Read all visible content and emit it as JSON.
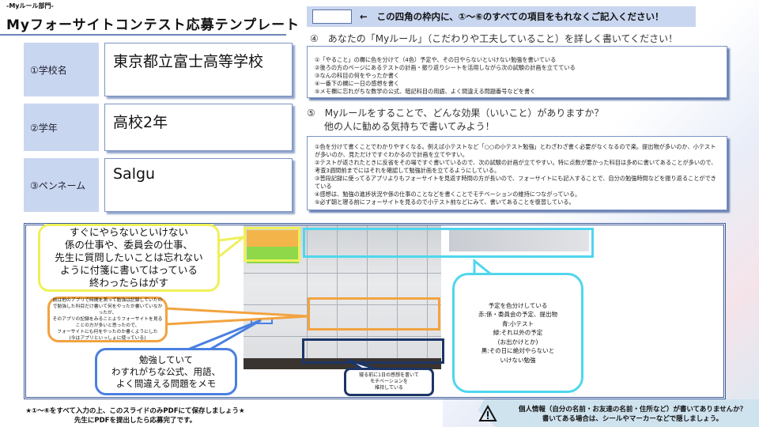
{
  "header": {
    "category": "-Myルール部門-",
    "title": "Myフォーサイトコンテスト応募テンプレート"
  },
  "form": [
    {
      "label": "①学校名",
      "value": "東京都立富士高等学校"
    },
    {
      "label": "②学年",
      "value": "高校2年"
    },
    {
      "label": "③ペンネーム",
      "value": "Salgu"
    }
  ],
  "instruction": {
    "arrow": "←",
    "text": "この四角の枠内に、①～⑥のすべての項目をもれなくご記入ください！"
  },
  "q4": {
    "heading": "④　あなたの「Myルール」（こだわりや工夫していること）を詳しく書いてください！",
    "lines": [
      "①「やること」の欄に色を分けて（4色）予定や、その日やらないといけない勉強を書いている",
      "②後ろの方のページにあるテストの計画・振り返りシートを活用しながら次の試験の計画を立てている",
      "③なんの科目の何をやったか書く",
      "④一番下の欄に一日の感想を書く",
      "⑤メモ欄に忘れがちな数学の公式、暗記科目の用語、よく間違える問題番号などを書く"
    ]
  },
  "q5": {
    "heading1": "⑤　Myルールをすることで、どんな効果（いいこと）がありますか？",
    "heading2": "他の人に勧める気持ちで書いてみよう！",
    "lines": [
      "①色を分けて書くことでわかりやすくなる。例えば小テストなど「○○の小テスト勉強」とわざわざ書く必要がなくなるので楽。提出物が多いのか、小テストが多いのか、見ただけですぐわかるので計画を立てやすい。",
      "②テストが返されたときに反省をその場ですぐ書いているので、次の試験の計画が立てやすい。特に点数が悪かった科目は多めに書いてあることが多いので、考査3週間前までにはそれを確認して勉強計画を立てるようにしている。",
      "③普段記録に使ってるアプリよりもフォーサイトを見返す時間の方が長いので、フォーサイトにも記入することで、自分の勉強時間などを振り返ることができている",
      "④感想は、勉強の進捗状況や係の仕事のことなどを書くことでモチベーションの維持につながっている。",
      "⑤必ず朝と寝る前にフォーサイトを見るので小テスト前などにみて、書いてあることを復習している。"
    ]
  },
  "callouts": {
    "yellow": "すぐにやらないといけない\n係の仕事や、委員会の仕事、\n先生に質問したいことは忘れない\nように付箋に書いてはっている\n終わったらはがす",
    "orange": "前は他のアプリで時間を測って勉強は記録していたので勉強した科目だけ書いて何をやったか書いていなかったが、\nそのアプリの記録をみることよりフォーサイトを見ることの方が多いと思ったので、\nフォーサイトにも何をやったのか書くようにした\n(今はアプリといっしょに使っている)",
    "blue": "勉強していて\nわすれがちな公式、用語、\nよく間違える問題をメモ",
    "navy": "寝る前に1日の感想を書いて\nモチベーションを\n維持している",
    "cyan": "予定を色分けしている\n赤:係・委員会の予定、提出物\n青:小テスト\n緑:それ以外の予定\n(お出かけとか)\n黒:その日に絶対やらないと\nいけない勉強"
  },
  "colors": {
    "yellow": "#eef05a",
    "orange": "#f2a340",
    "blue": "#4a7fe0",
    "navy": "#1c3566",
    "cyan": "#4fd6ee",
    "frame": "#3d5a99"
  },
  "footer": {
    "note1": "★①～⑥をすべて入力の上、このスライドのみPDFにて保存しましょう★",
    "note2": "先生にPDFを提出したら応募完了です。",
    "warning1": "個人情報（自分の名前・お友達の名前・住所など）が書いてありませんか？",
    "warning2": "書いてある場合は、シールやマーカーなどで隠しましょう。",
    "warning_icon": "warning-triangle-icon"
  }
}
